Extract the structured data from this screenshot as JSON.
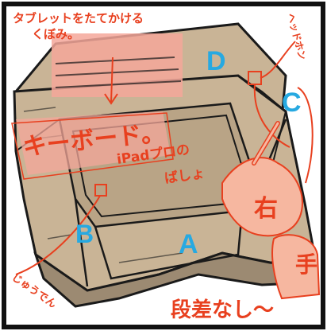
{
  "annotations": {
    "tablet_slot": [
      "タブレットをたてかける",
      "くぼみ。"
    ],
    "headset": "ヘッドホン",
    "keyboard": "キーボード。",
    "ipad_spot": [
      "iPadプロの",
      "ばしょ"
    ],
    "right_hand": [
      "右",
      "手"
    ],
    "charging": "じゅうでん",
    "no_steps": "段差なし〜"
  },
  "zones": {
    "a": "A",
    "b": "B",
    "c": "C",
    "d": "D"
  },
  "colors": {
    "outer_border": "#111111",
    "bag_fill": "#c9b496",
    "bag_shadow": "#9c8a72",
    "annotation_red": "#e8401f",
    "highlight_pink": "#f4a79a",
    "skin": "#f6b7a0",
    "zone_blue": "#27a9e1"
  }
}
